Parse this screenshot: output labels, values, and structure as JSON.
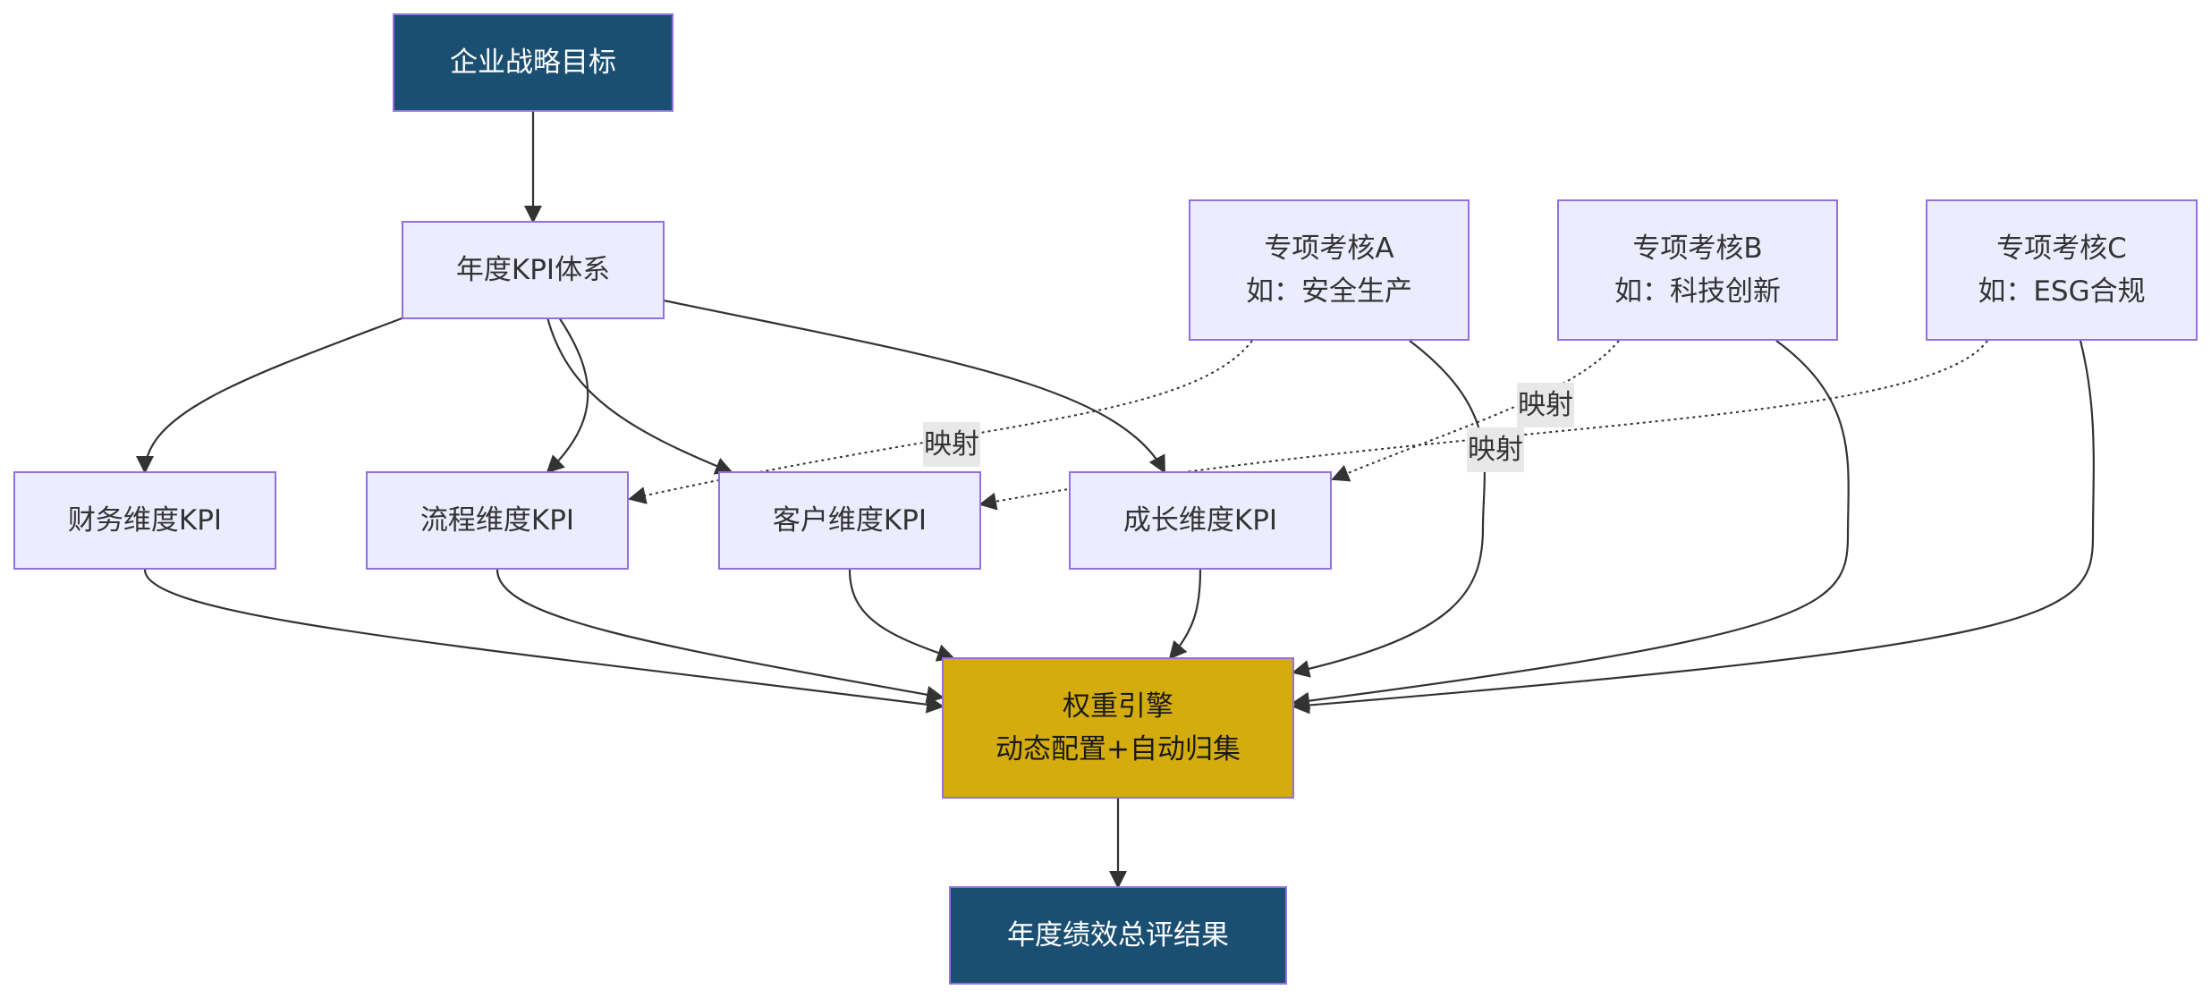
{
  "diagram": {
    "nodes": {
      "strategy": {
        "lines": [
          "企业战略目标"
        ],
        "style": "dark"
      },
      "annual": {
        "lines": [
          "年度KPI体系"
        ],
        "style": "default"
      },
      "special_a": {
        "lines": [
          "专项考核A",
          "如：安全生产"
        ],
        "style": "default"
      },
      "special_b": {
        "lines": [
          "专项考核B",
          "如：科技创新"
        ],
        "style": "default"
      },
      "special_c": {
        "lines": [
          "专项考核C",
          "如：ESG合规"
        ],
        "style": "default"
      },
      "finance": {
        "lines": [
          "财务维度KPI"
        ],
        "style": "default"
      },
      "process": {
        "lines": [
          "流程维度KPI"
        ],
        "style": "default"
      },
      "customer": {
        "lines": [
          "客户维度KPI"
        ],
        "style": "default"
      },
      "growth": {
        "lines": [
          "成长维度KPI"
        ],
        "style": "default"
      },
      "weight": {
        "lines": [
          "权重引擎",
          "动态配置+自动归集"
        ],
        "style": "gold"
      },
      "result": {
        "lines": [
          "年度绩效总评结果"
        ],
        "style": "dark"
      }
    },
    "edge_labels": {
      "map_a": "映射",
      "map_b": "映射",
      "map_c": "映射"
    }
  }
}
